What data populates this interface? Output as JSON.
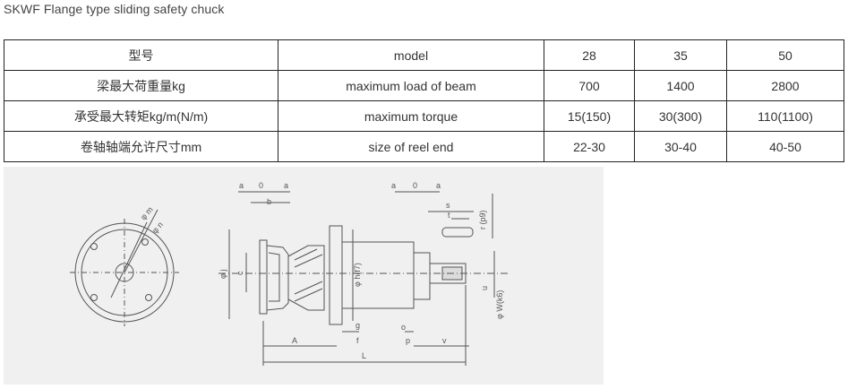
{
  "page": {
    "title": "SKWF Flange type sliding safety chuck"
  },
  "table": {
    "rows": [
      {
        "cn": "型号",
        "en": "model",
        "v28": "28",
        "v35": "35",
        "v50": "50"
      },
      {
        "cn": "梁最大荷重量kg",
        "en": "maximum load of beam",
        "v28": "700",
        "v35": "1400",
        "v50": "2800"
      },
      {
        "cn": "承受最大转矩kg/m(N/m)",
        "en": "maximum torque",
        "v28": "15(150)",
        "v35": "30(300)",
        "v50": "110(1100)"
      },
      {
        "cn": "卷轴轴端允许尺寸mm",
        "en": "size of reel end",
        "v28": "22-30",
        "v35": "30-40",
        "v50": "40-50"
      }
    ]
  },
  "drawing": {
    "labels": {
      "a": "a",
      "zero": "0",
      "b": "b",
      "s": "s",
      "t": "t",
      "r_p9": "r (p9)",
      "phi_m": "φ m",
      "phi_n": "φ n",
      "phi_j": "φ j",
      "c": "c",
      "phi_h": "φ h(f7)",
      "u": "u",
      "phi_w": "φ W(k6)",
      "g": "g",
      "o": "o",
      "A": "A",
      "f": "f",
      "p": "p",
      "v": "v",
      "L": "L"
    }
  }
}
